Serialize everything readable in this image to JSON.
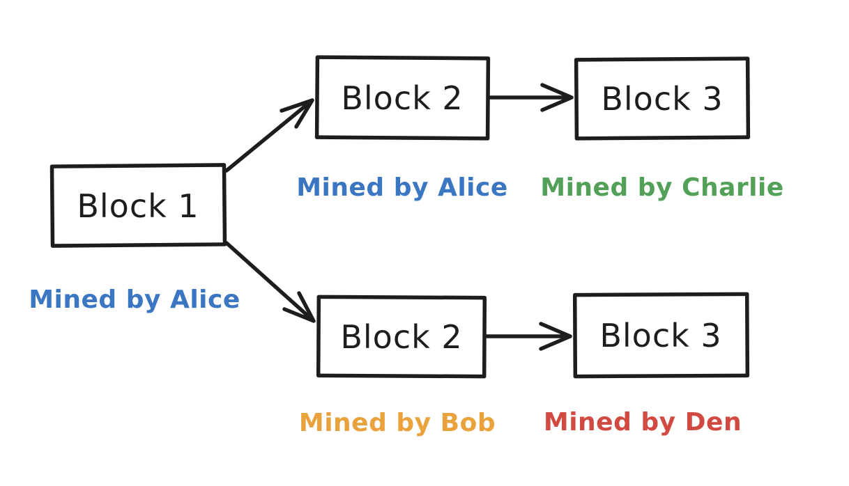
{
  "diagram": {
    "background": "#ffffff",
    "stroke_color": "#1d1d1d",
    "text_color": "#1d1d1d",
    "colors": {
      "alice_blue": "#3b76c2",
      "charlie_green": "#53a158",
      "bob_orange": "#e9a23c",
      "den_red": "#d14a41"
    },
    "nodes": [
      {
        "id": "block-1",
        "label": "Block 1",
        "miner_label": "Mined by Alice",
        "miner_color": "#3b76c2"
      },
      {
        "id": "block-2-top",
        "label": "Block 2",
        "miner_label": "Mined by Alice",
        "miner_color": "#3b76c2"
      },
      {
        "id": "block-3-top",
        "label": "Block 3",
        "miner_label": "Mined by Charlie",
        "miner_color": "#53a158"
      },
      {
        "id": "block-2-bottom",
        "label": "Block 2",
        "miner_label": "Mined by Bob",
        "miner_color": "#e9a23c"
      },
      {
        "id": "block-3-bottom",
        "label": "Block 3",
        "miner_label": "Mined by Den",
        "miner_color": "#d14a41"
      }
    ],
    "edges": [
      {
        "from": "block-1",
        "to": "block-2-top"
      },
      {
        "from": "block-1",
        "to": "block-2-bottom"
      },
      {
        "from": "block-2-top",
        "to": "block-3-top"
      },
      {
        "from": "block-2-bottom",
        "to": "block-3-bottom"
      }
    ]
  }
}
